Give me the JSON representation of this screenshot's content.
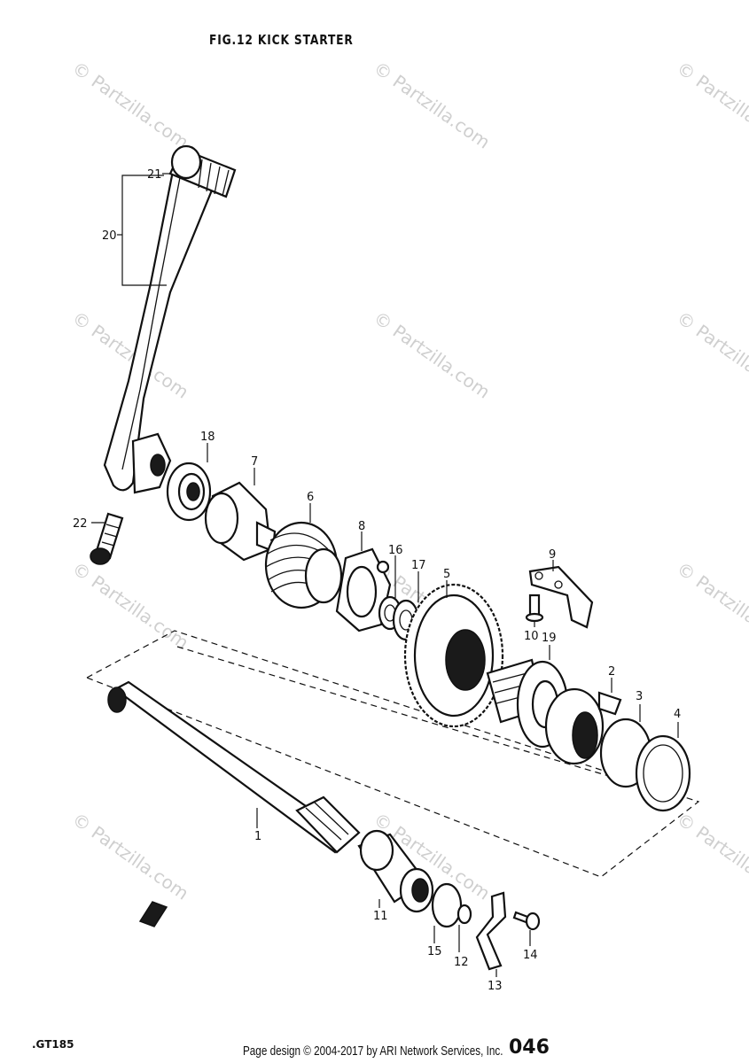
{
  "title": "FIG.12  KICK STARTER",
  "footer": {
    "model": ".GT185",
    "copyright": "Page design © 2004-2017 by ARI Network Services, Inc.",
    "page_number": "046"
  },
  "watermark": "© Partzilla.com",
  "callouts": [
    {
      "id": "c1",
      "label": "1"
    },
    {
      "id": "c2",
      "label": "2"
    },
    {
      "id": "c3",
      "label": "3"
    },
    {
      "id": "c4",
      "label": "4"
    },
    {
      "id": "c5",
      "label": "5"
    },
    {
      "id": "c6",
      "label": "6"
    },
    {
      "id": "c7",
      "label": "7"
    },
    {
      "id": "c8",
      "label": "8"
    },
    {
      "id": "c9",
      "label": "9"
    },
    {
      "id": "c10",
      "label": "10"
    },
    {
      "id": "c11",
      "label": "11"
    },
    {
      "id": "c12",
      "label": "12"
    },
    {
      "id": "c13",
      "label": "13"
    },
    {
      "id": "c14",
      "label": "14"
    },
    {
      "id": "c15",
      "label": "15"
    },
    {
      "id": "c16",
      "label": "16"
    },
    {
      "id": "c17",
      "label": "17"
    },
    {
      "id": "c18",
      "label": "18"
    },
    {
      "id": "c19",
      "label": "19"
    },
    {
      "id": "c20",
      "label": "20"
    },
    {
      "id": "c21",
      "label": "21"
    },
    {
      "id": "c22",
      "label": "22"
    }
  ]
}
